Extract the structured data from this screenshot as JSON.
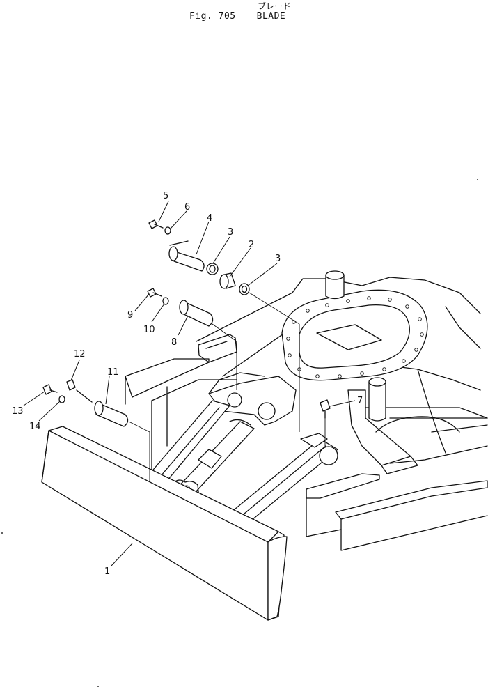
{
  "header": {
    "jp_title": "ブレード",
    "fig_label": "Fig. 705",
    "title": "BLADE"
  },
  "callouts": [
    "1",
    "2",
    "3",
    "3",
    "4",
    "5",
    "6",
    "7",
    "8",
    "9",
    "10",
    "11",
    "12",
    "13",
    "14"
  ]
}
